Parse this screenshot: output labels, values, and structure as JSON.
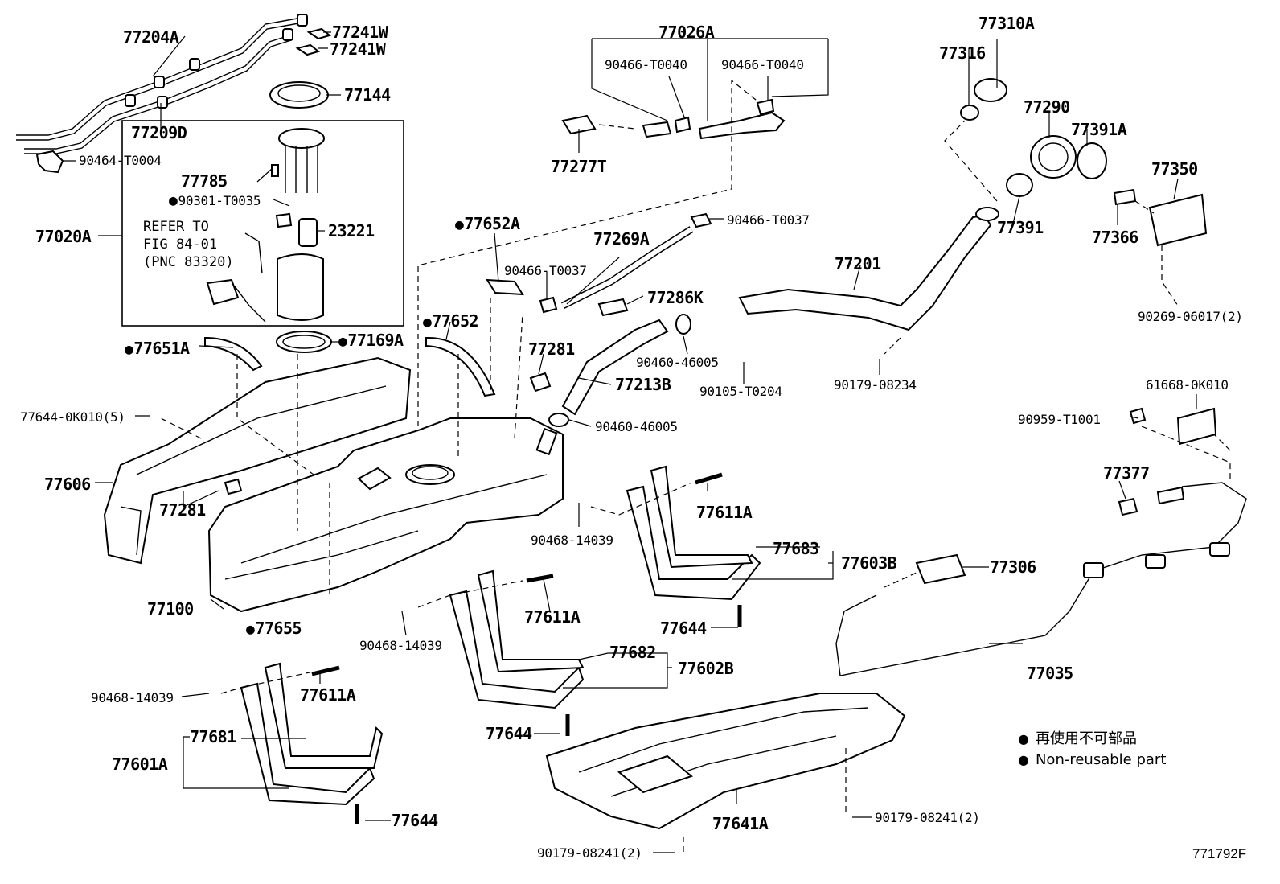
{
  "labels": {
    "p77204A": "77204A",
    "p77241W_1": "77241W",
    "p77241W_2": "77241W",
    "p77144": "77144",
    "p77209D": "77209D",
    "p90464T0004": "90464-T0004",
    "p77785": "77785",
    "p90301T0035": "90301-T0035",
    "p77020A": "77020A",
    "p23221": "23221",
    "p77026A": "77026A",
    "p90466T0040_1": "90466-T0040",
    "p90466T0040_2": "90466-T0040",
    "p77277T": "77277T",
    "p77310A": "77310A",
    "p77316": "77316",
    "p77290": "77290",
    "p77391A": "77391A",
    "p77350": "77350",
    "p77391": "77391",
    "p77366": "77366",
    "p77652A": "77652A",
    "p77269A": "77269A",
    "p90466T0037_1": "90466-T0037",
    "p90466T0037_2": "90466-T0037",
    "p77286K": "77286K",
    "p77201": "77201",
    "p90269": "90269-06017(2)",
    "p77651A": "77651A",
    "p77169A": "77169A",
    "p77652": "77652",
    "p77281_1": "77281",
    "p90460_1": "90460-46005",
    "p77213B": "77213B",
    "p90105": "90105-T0204",
    "p90179_08234": "90179-08234",
    "p77644_0K010": "77644-0K010(5)",
    "p90460_2": "90460-46005",
    "p61668": "61668-0K010",
    "p90959": "90959-T1001",
    "p77606": "77606",
    "p77281_2": "77281",
    "p77611A_1": "77611A",
    "p77377": "77377",
    "p90468_1": "90468-14039",
    "p77683": "77683",
    "p77603B": "77603B",
    "p77306": "77306",
    "p77100": "77100",
    "p77611A_2": "77611A",
    "p77644_1": "77644",
    "p77655": "77655",
    "p90468_2": "90468-14039",
    "p77682": "77682",
    "p77602B": "77602B",
    "p77035": "77035",
    "p90468_3": "90468-14039",
    "p77611A_3": "77611A",
    "p77644_2": "77644",
    "p77681": "77681",
    "p77601A": "77601A",
    "p77644_3": "77644",
    "p77641A": "77641A",
    "p90179_08241_1": "90179-08241(2)",
    "p90179_08241_2": "90179-08241(2)"
  },
  "refer_note": "REFER TO\nFIG 84-01\n(PNC 83320)",
  "legend": {
    "non_reusable_jp": "再使用不可部品",
    "non_reusable_en": "Non-reusable part"
  },
  "figure_number": "771792F",
  "colors": {
    "ink": "#000000",
    "paper": "#ffffff"
  }
}
